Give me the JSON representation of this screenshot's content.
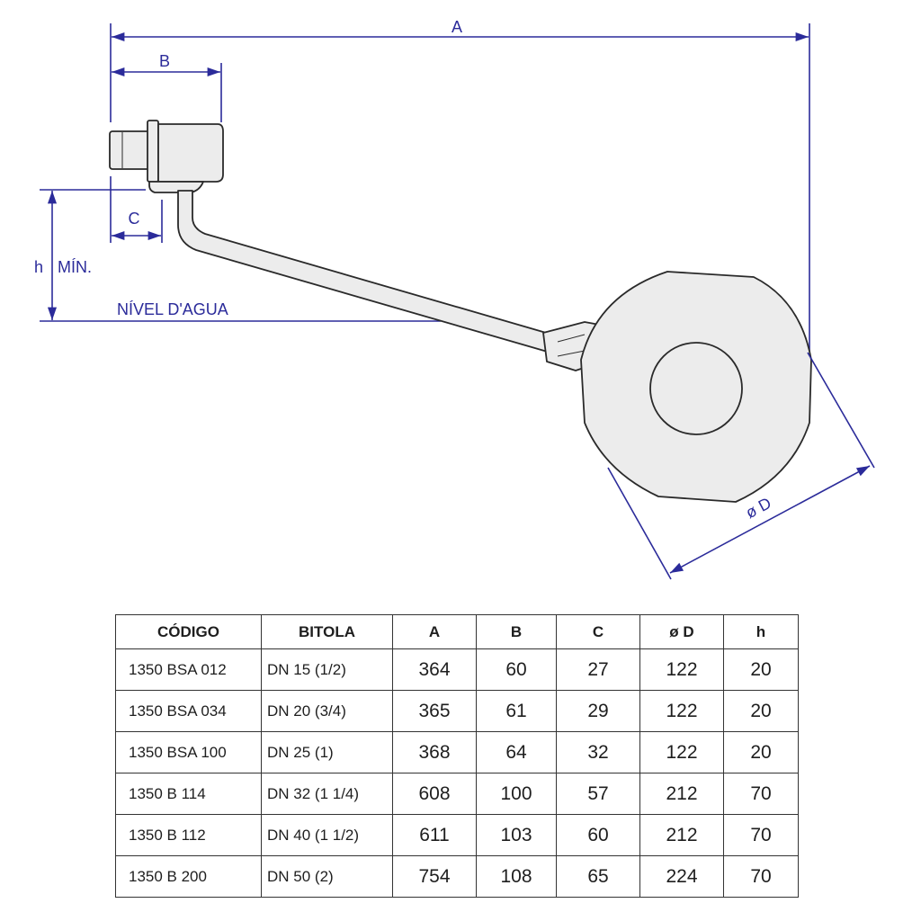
{
  "colors": {
    "dimension": "#2b2b9a",
    "outline": "#2a2a2a",
    "fill": "#ececec",
    "table_border": "#333333"
  },
  "drawing": {
    "labels": {
      "A": "A",
      "B": "B",
      "C": "C",
      "h": "h",
      "min": "MÍN.",
      "water_level": "NÍVEL D'AGUA",
      "D": "ø D"
    }
  },
  "table": {
    "headers": [
      "CÓDIGO",
      "BITOLA",
      "A",
      "B",
      "C",
      "ø D",
      "h"
    ],
    "rows": [
      [
        "1350 BSA 012",
        "DN 15 (1/2)",
        "364",
        "60",
        "27",
        "122",
        "20"
      ],
      [
        "1350 BSA 034",
        "DN 20 (3/4)",
        "365",
        "61",
        "29",
        "122",
        "20"
      ],
      [
        "1350 BSA 100",
        "DN 25 (1)",
        "368",
        "64",
        "32",
        "122",
        "20"
      ],
      [
        "1350 B 114",
        "DN 32 (1 1/4)",
        "608",
        "100",
        "57",
        "212",
        "70"
      ],
      [
        "1350 B 112",
        "DN 40 (1 1/2)",
        "611",
        "103",
        "60",
        "212",
        "70"
      ],
      [
        "1350 B 200",
        "DN 50 (2)",
        "754",
        "108",
        "65",
        "224",
        "70"
      ]
    ]
  }
}
